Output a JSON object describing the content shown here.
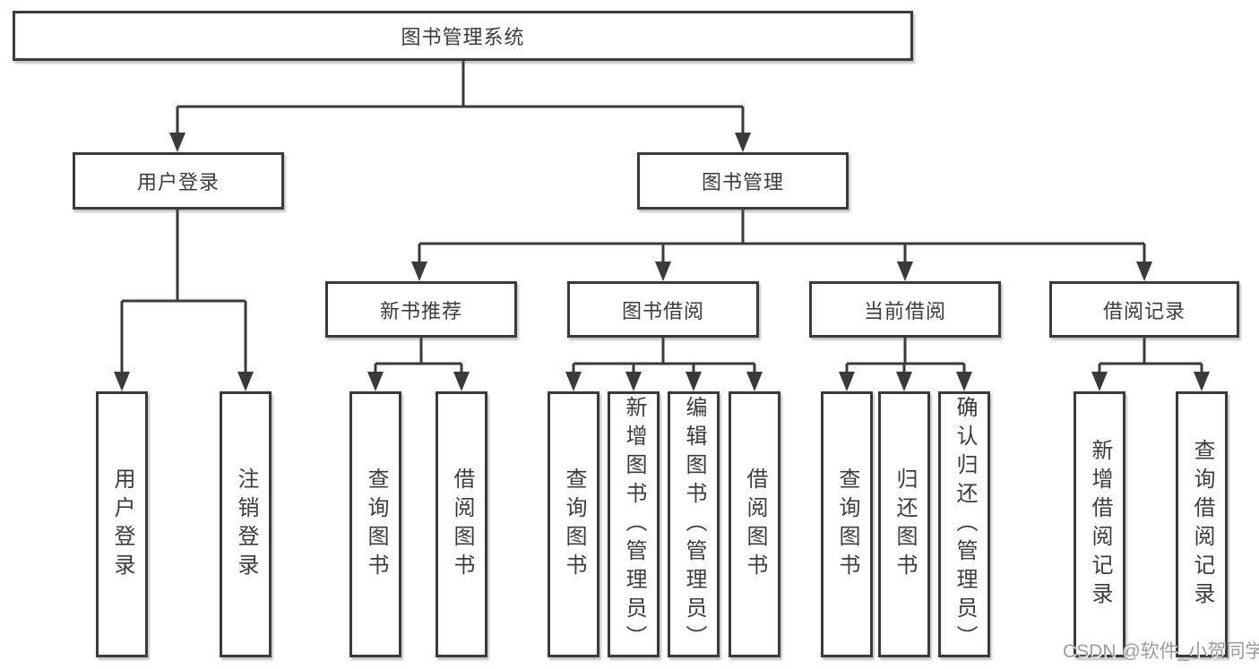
{
  "tree": {
    "label": "图书管理系统",
    "children": [
      {
        "label": "用户登录",
        "children": [
          {
            "label": "用户登录"
          },
          {
            "label": "注销登录"
          }
        ]
      },
      {
        "label": "图书管理",
        "children": [
          {
            "label": "新书推荐",
            "children": [
              {
                "label": "查询图书"
              },
              {
                "label": "借阅图书"
              }
            ]
          },
          {
            "label": "图书借阅",
            "children": [
              {
                "label": "查询图书"
              },
              {
                "label": "新增图书（管理员）"
              },
              {
                "label": "编辑图书（管理员）"
              },
              {
                "label": "借阅图书"
              }
            ]
          },
          {
            "label": "当前借阅",
            "children": [
              {
                "label": "查询图书"
              },
              {
                "label": "归还图书"
              },
              {
                "label": "确认归还（管理员）"
              }
            ]
          },
          {
            "label": "借阅记录",
            "children": [
              {
                "label": "新增借阅记录"
              },
              {
                "label": "查询借阅记录"
              }
            ]
          }
        ]
      }
    ]
  },
  "watermark": {
    "text": "CSDN @软件_小贺同学"
  },
  "colors": {
    "line": "#3a3a3a",
    "box_border": "#3b3b3b",
    "text": "#3c3c3c",
    "watermark": "#9c9c9c",
    "background": "#ffffff"
  }
}
